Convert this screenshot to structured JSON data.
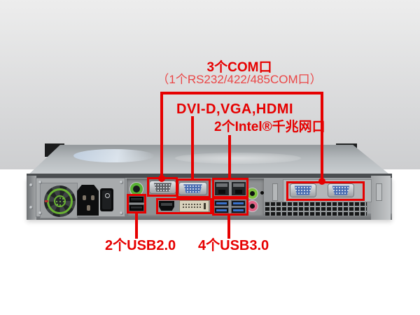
{
  "subject": "1U rackmount server rear panel product photo",
  "annotations": {
    "com": {
      "title": "3个COM口",
      "subtitle": "（1个RS232/422/485COM口）"
    },
    "display": {
      "label": "DVI-D,VGA,HDMI"
    },
    "lan": {
      "label": "2个Intel®千兆网口"
    },
    "usb2": {
      "label": "2个USB2.0"
    },
    "usb3": {
      "label": "4个USB3.0"
    }
  },
  "colors": {
    "annotation_red": "#e60000",
    "annotation_red_light": "#ea4545",
    "chassis_silver": "#9a9da0",
    "fan_ring_green": "#69b232",
    "vga_blue": "#4a6db2",
    "usb3_blue": "#3a72cc",
    "backdrop_gray_top": "#ededed",
    "backdrop_gray_bottom": "#cdced0"
  }
}
